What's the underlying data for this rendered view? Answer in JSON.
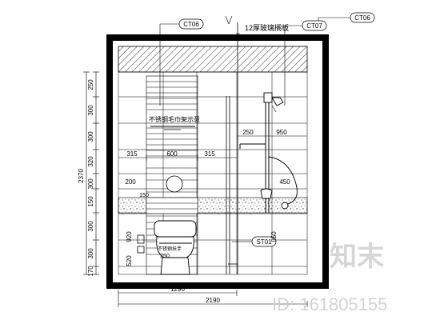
{
  "tags": {
    "ct06": "CT06",
    "ct07": "CT07",
    "ct08": "CT06",
    "st01": "ST01"
  },
  "notes": {
    "ceiling": "12厚玻璃搁板",
    "towel_rack": "不锈钢毛巾架示意",
    "fixture_label": "不锈钢扶手"
  },
  "dims": {
    "left": [
      "250",
      "300",
      "300",
      "320",
      "300",
      "150",
      "300",
      "300",
      "170"
    ],
    "total_height": "2370",
    "seg_315_left": "315",
    "seg_600": "600",
    "seg_315_right": "315",
    "seg_200": "200",
    "seg_920": "920",
    "seg_520": "520",
    "seg_250_small": "250",
    "seg_150": "150",
    "seg_250_top": "250",
    "seg_950": "950",
    "seg_450": "450",
    "seg_950_v": "950",
    "bottom_1": "1290",
    "bottom_total": "2190"
  },
  "watermark": {
    "brand": "知末",
    "id_text": "ID: 161805155"
  }
}
